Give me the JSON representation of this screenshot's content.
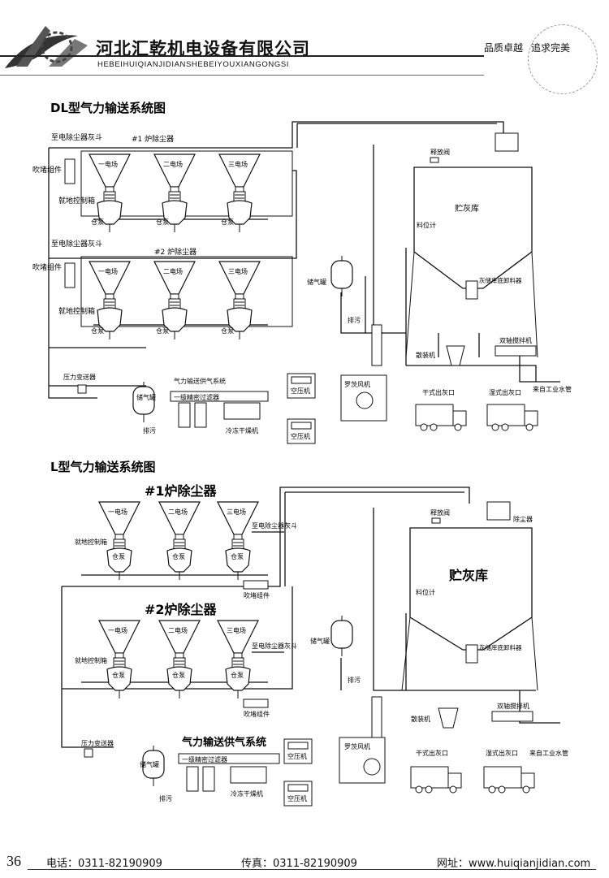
{
  "header": {
    "company_name": "河北汇乾机电设备有限公司",
    "company_pinyin": "HEBEIHUIQIANJIDIANSHEBEIYOUXIANGONGSI",
    "slogan_a": "品质卓越",
    "slogan_b": "追求完美"
  },
  "diagram1": {
    "title": "DL型气力输送系统图",
    "group1_label": "#1   炉除尘器",
    "group2_label": "#2   炉除尘器",
    "hopper_labels": [
      "一电场",
      "二电场",
      "三电场"
    ],
    "pump_label": "仓泵",
    "to_ash_hopper": "至电除尘器灰斗",
    "blow_group": "吹堵组件",
    "local_control": "就地控制箱",
    "silo": "贮灰库",
    "release_valve": "释放阀",
    "level_meter": "料位计",
    "bottom_unloader": "灰储库底卸料器",
    "storage_tank": "储气罐",
    "drain": "排污",
    "roots_blower": "罗茨风机",
    "bulk_loader": "散装机",
    "mixer": "双轴搅拌机",
    "dry_outlet": "干式出灰口",
    "wet_outlet": "湿式出灰口",
    "water_pipe": "来自工业水管",
    "pressure_tx": "压力变送器",
    "gas_tank": "储气罐",
    "air_supply": "气力输送供气系统",
    "filter": "一级精密过滤器",
    "dryer": "冷冻干燥机",
    "compressor": "空压机"
  },
  "diagram2": {
    "title": "L型气力输送系统图",
    "group1_label": "#1炉除尘器",
    "group2_label": "#2炉除尘器",
    "hopper_labels": [
      "一电场",
      "二电场",
      "三电场"
    ],
    "pump_label": "仓泵",
    "local_control": "就地控制箱",
    "to_ash_hopper": "至电除尘器灰斗",
    "blow_group": "吹堵组件",
    "silo": "贮灰库",
    "release_valve": "释放阀",
    "dust_collector": "除尘器",
    "level_meter": "料位计",
    "bottom_unloader": "灰储库底卸料器",
    "storage_tank": "储气罐",
    "drain": "排污",
    "roots_blower": "罗茨风机",
    "bulk_loader": "散装机",
    "mixer": "双轴搅拌机",
    "dry_outlet": "干式出灰口",
    "wet_outlet": "湿式出灰口",
    "water_pipe": "来自工业水管",
    "pressure_tx": "压力变送器",
    "gas_tank": "储气罐",
    "air_supply": "气力输送供气系统",
    "filter": "一级精密过滤器",
    "dryer": "冷冻干燥机",
    "compressor": "空压机"
  },
  "footer": {
    "page_number": "36",
    "tel": "电话：0311-82190909",
    "fax": "传真：0311-82190909",
    "website": "网址：www.huiqianjidian.com"
  }
}
